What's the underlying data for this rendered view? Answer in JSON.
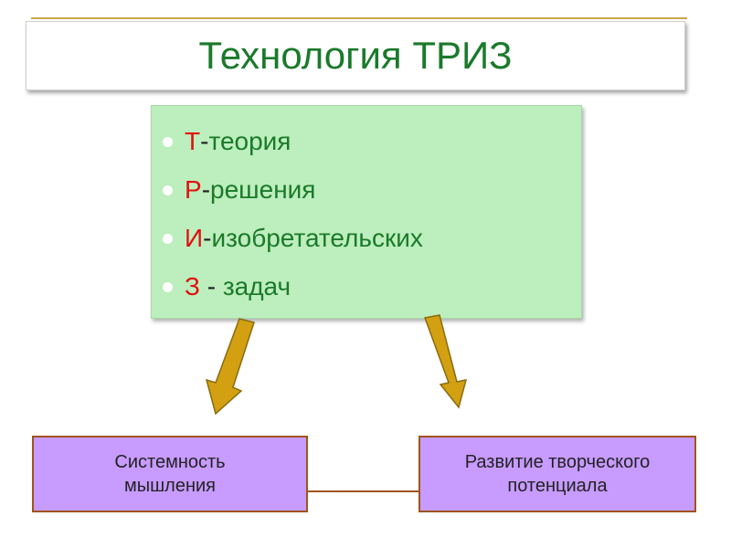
{
  "title": "Технология ТРИЗ",
  "acronym_items": [
    {
      "letter": "Т",
      "dash": "-",
      "rest": " теория"
    },
    {
      "letter": "Р",
      "dash": "-",
      "rest": "решения"
    },
    {
      "letter": "И",
      "dash": "-",
      "rest": "изобретательских"
    },
    {
      "letter": "З",
      "dash": " - ",
      "rest": "задач"
    }
  ],
  "nodes": {
    "left": {
      "line1": "Системность",
      "line2": "мышления"
    },
    "right": {
      "line1": "Развитие творческого",
      "line2": "потенциала"
    }
  },
  "colors": {
    "title_text": "#1a7a2a",
    "list_background": "#bdeebd",
    "letter_highlight": "#e01010",
    "node_fill": "#c79bff",
    "node_border": "#a0541c",
    "arrow_fill": "#d2a010"
  }
}
